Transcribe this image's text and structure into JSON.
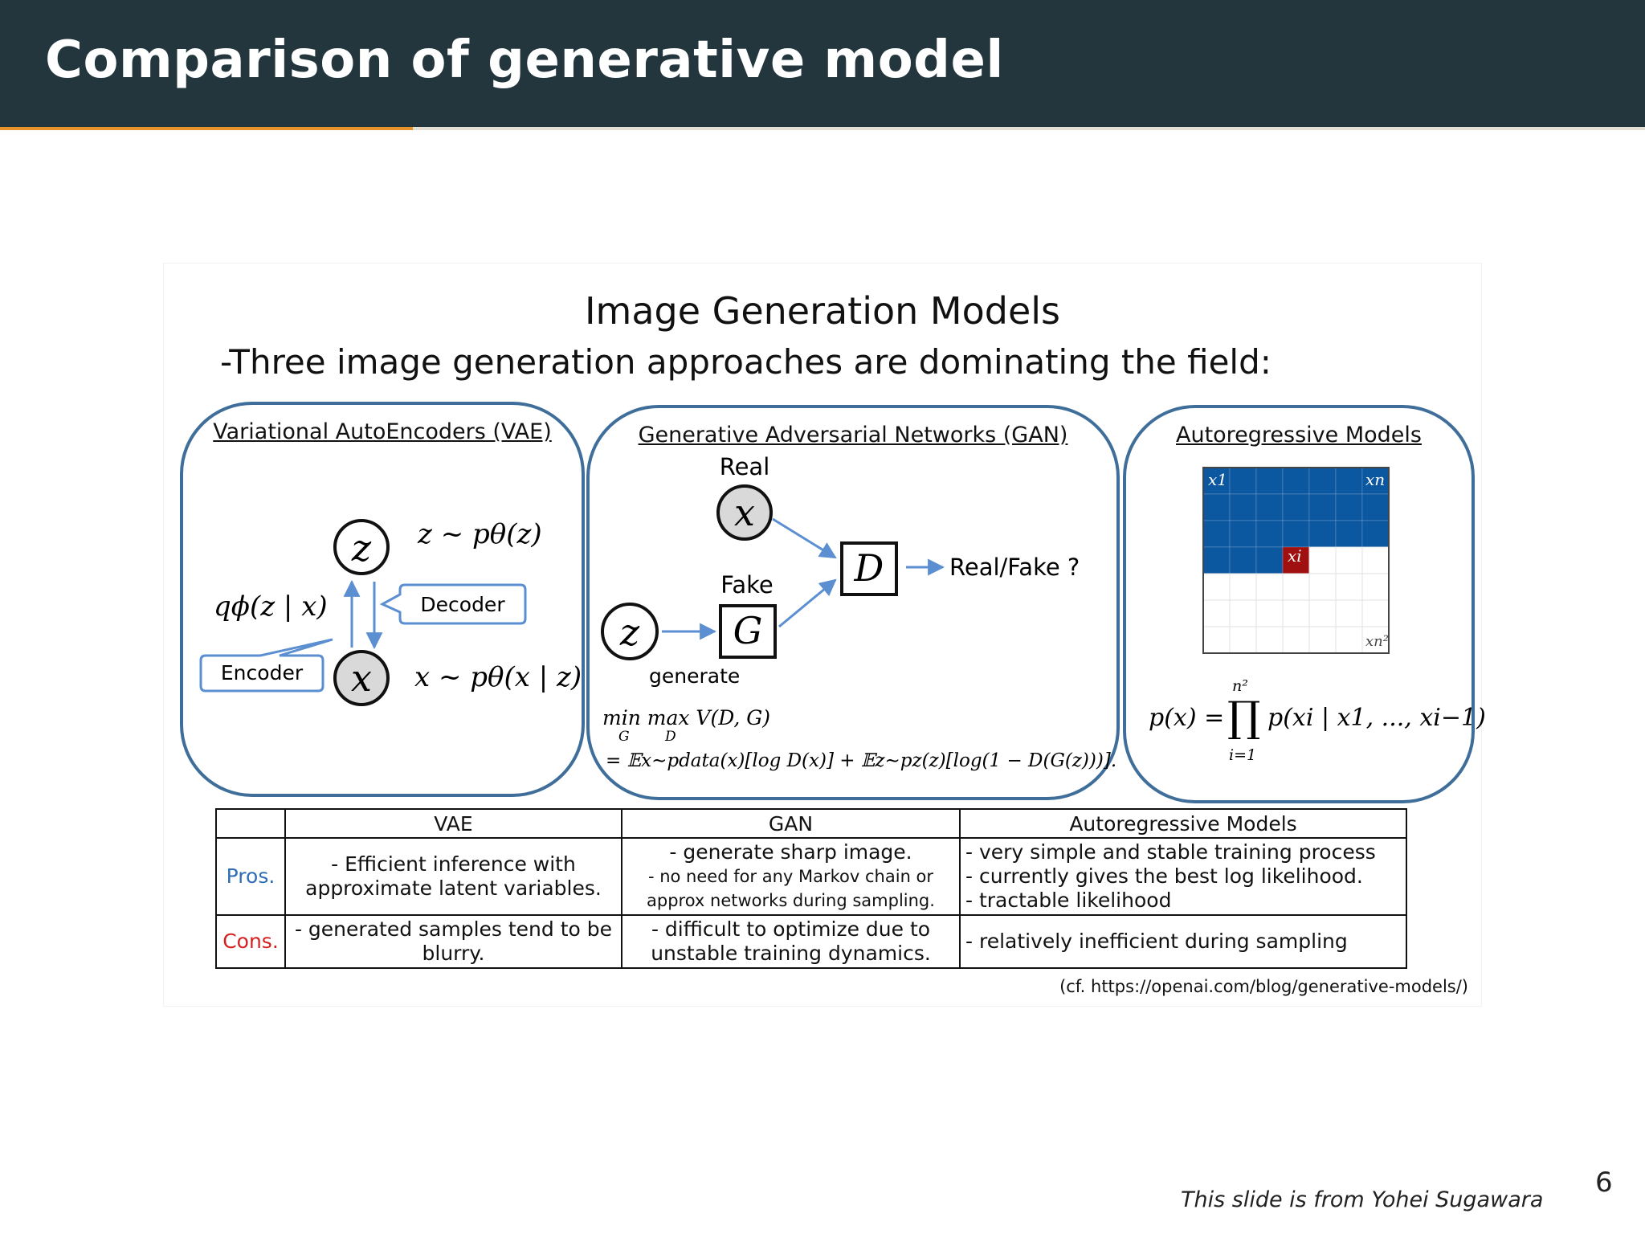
{
  "slide": {
    "title": "Comparison of generative model",
    "page_number": "6",
    "credit": "This slide is from Yohei Sugawara"
  },
  "figure": {
    "title": "Image Generation Models",
    "subtitle": "-Three image generation approaches are dominating the field:",
    "vae": {
      "title": "Variational AutoEncoders (VAE)",
      "z_node": "z",
      "x_node": "x",
      "prior": "z ~ pθ(z)",
      "likelihood": "x ~ pθ(x | z)",
      "posterior": "qϕ(z | x)",
      "decoder_label": "Decoder",
      "encoder_label": "Encoder"
    },
    "gan": {
      "title": "Generative Adversarial Networks (GAN)",
      "real_label": "Real",
      "fake_label": "Fake",
      "x_node": "x",
      "z_node": "z",
      "d_node": "D",
      "g_node": "G",
      "output_label": "Real/Fake ?",
      "generate_label": "generate",
      "objective_line1": "min max V(D, G)",
      "objective_sub_g": "G",
      "objective_sub_d": "D",
      "objective_line2": "= 𝔼x∼pdata(x)[log D(x)] + 𝔼z∼pz(z)[log(1 − D(G(z)))]."
    },
    "autoregressive": {
      "title": "Autoregressive Models",
      "label_x1": "x1",
      "label_xn": "xn",
      "label_xi": "xi",
      "label_xn2": "xn²",
      "formula_lhs": "p(x) =",
      "formula_prod": "∏",
      "formula_upper": "n²",
      "formula_lower": "i=1",
      "formula_rhs": "p(xi | x1, ..., xi−1)",
      "filled_color": "#0b57a0",
      "current_color": "#a11010"
    }
  },
  "table": {
    "headers": [
      "",
      "VAE",
      "GAN",
      "Autoregressive Models"
    ],
    "pros_label": "Pros.",
    "cons_label": "Cons.",
    "pros": {
      "vae": [
        "-    Efficient inference with",
        "approximate  latent variables."
      ],
      "gan": [
        "-    generate sharp image.",
        "-    no need for any Markov chain or",
        "approx networks during sampling."
      ],
      "ar": [
        "-   very simple and stable training process",
        "-   currently gives the best log likelihood.",
        "-   tractable likelihood"
      ]
    },
    "cons": {
      "vae": [
        "-     generated samples tend to be",
        "blurry."
      ],
      "gan": [
        "-    difficult to optimize due to",
        "unstable training dynamics."
      ],
      "ar": [
        "-   relatively inefficient during sampling"
      ]
    }
  },
  "citation": "(cf. https://openai.com/blog/generative-models/)"
}
